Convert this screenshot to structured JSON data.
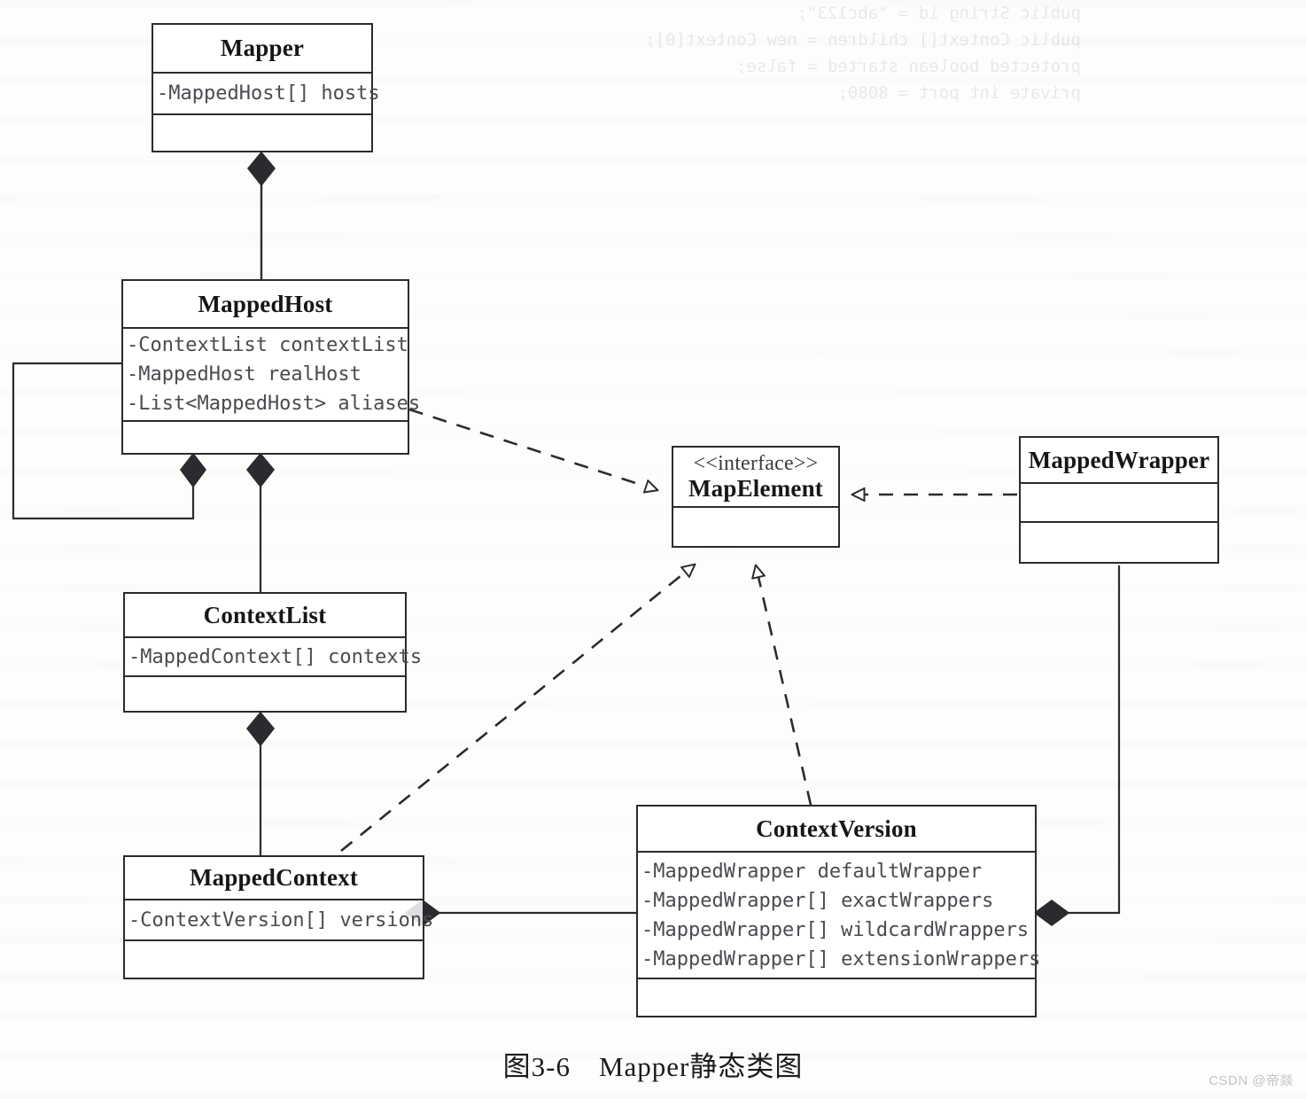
{
  "diagram": {
    "caption": "图3-6　Mapper静态类图",
    "watermark": "CSDN @帝燚",
    "bleed_text": "public String id = \"abc123\";\npublic Context[] children = new Context[0];\nprotected boolean started = false;\nprivate int port = 8080;",
    "colors": {
      "line": "#2b2b2f",
      "fill": "#ffffff",
      "title_text": "#161619",
      "attr_text": "#4a4a50"
    },
    "classes": [
      {
        "id": "mapper",
        "name": "Mapper",
        "stereotype": "",
        "attributes": [
          "-MappedHost[] hosts"
        ],
        "operations": []
      },
      {
        "id": "mappedhost",
        "name": "MappedHost",
        "stereotype": "",
        "attributes": [
          "-ContextList contextList",
          "-MappedHost realHost",
          "-List<MappedHost> aliases"
        ],
        "operations": []
      },
      {
        "id": "mapelement",
        "name": "MapElement",
        "stereotype": "<<interface>>",
        "attributes": [],
        "operations": []
      },
      {
        "id": "mappedwrapper",
        "name": "MappedWrapper",
        "stereotype": "",
        "attributes": [],
        "operations": []
      },
      {
        "id": "contextlist",
        "name": "ContextList",
        "stereotype": "",
        "attributes": [
          "-MappedContext[] contexts"
        ],
        "operations": []
      },
      {
        "id": "mappedcontext",
        "name": "MappedContext",
        "stereotype": "",
        "attributes": [
          "-ContextVersion[] versions"
        ],
        "operations": []
      },
      {
        "id": "contextversion",
        "name": "ContextVersion",
        "stereotype": "",
        "attributes": [
          "-MappedWrapper defaultWrapper",
          "-MappedWrapper[] exactWrappers",
          "-MappedWrapper[] wildcardWrappers",
          "-MappedWrapper[] extensionWrappers"
        ],
        "operations": []
      }
    ],
    "relationships": [
      {
        "id": "r1",
        "type": "composition",
        "from": "Mapper",
        "to": "MappedHost"
      },
      {
        "id": "r2",
        "type": "composition",
        "from": "MappedHost",
        "to": "MappedHost"
      },
      {
        "id": "r3",
        "type": "composition",
        "from": "MappedHost",
        "to": "ContextList"
      },
      {
        "id": "r4",
        "type": "composition",
        "from": "ContextList",
        "to": "MappedContext"
      },
      {
        "id": "r5",
        "type": "composition",
        "from": "MappedContext",
        "to": "ContextVersion"
      },
      {
        "id": "r6",
        "type": "composition",
        "from": "ContextVersion",
        "to": "MappedWrapper"
      },
      {
        "id": "r7",
        "type": "realization",
        "from": "MappedHost",
        "to": "MapElement"
      },
      {
        "id": "r8",
        "type": "realization",
        "from": "MappedWrapper",
        "to": "MapElement"
      },
      {
        "id": "r9",
        "type": "realization",
        "from": "MappedContext",
        "to": "MapElement"
      },
      {
        "id": "r10",
        "type": "realization",
        "from": "ContextVersion",
        "to": "MapElement"
      }
    ]
  }
}
